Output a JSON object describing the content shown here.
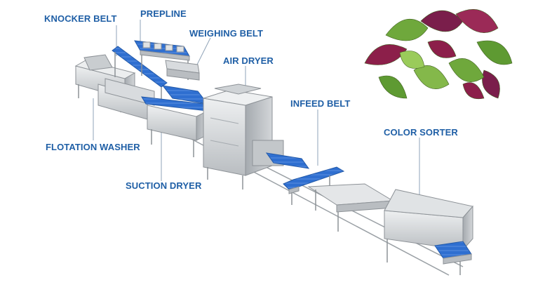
{
  "labels": {
    "knocker_belt": "KNOCKER BELT",
    "prepline": "PREPLINE",
    "weighing_belt": "WEIGHING BELT",
    "air_dryer": "AIR DRYER",
    "infeed_belt": "INFEED BELT",
    "color_sorter": "COLOR SORTER",
    "flotation_washer": "FLOTATION WASHER",
    "suction_dryer": "SUCTION DRYER"
  },
  "colors": {
    "label_text": "#1f5fa6",
    "leader_line": "#8fa3b8",
    "conveyor_blue": "#2f6fd0",
    "steel_light": "#e4e6e8",
    "steel_mid": "#b9bdc1",
    "steel_dark": "#8d9297",
    "leaf_green": "#6fa83c",
    "leaf_purple": "#8c1f4a"
  },
  "icons": {
    "salad": "salad-leaves-illustration"
  }
}
